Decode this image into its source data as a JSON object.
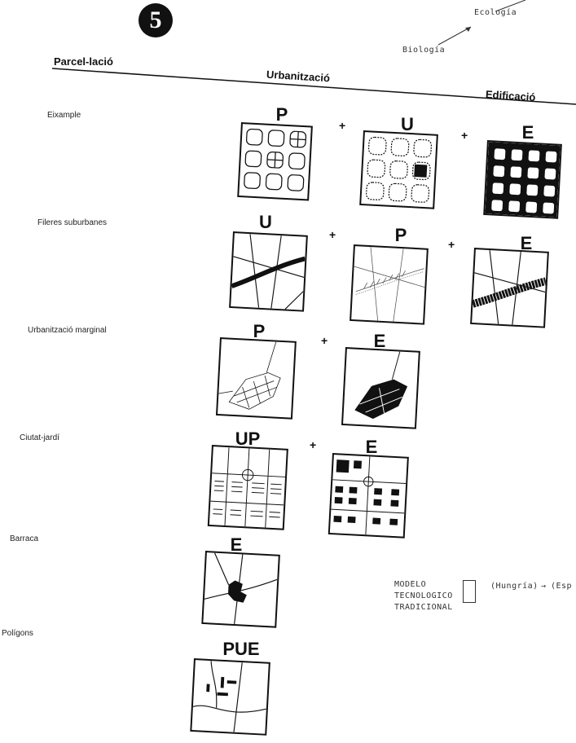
{
  "badge": "5",
  "top_annotation": {
    "ecologia": "Ecología",
    "biologia": "Biología"
  },
  "headers": {
    "parcelacio": "Parcel-lació",
    "urbanitzacio": "Urbanització",
    "edificacio": "Edificació"
  },
  "rows": [
    {
      "label": "Eixample",
      "items": [
        "P",
        "U",
        "E"
      ]
    },
    {
      "label": "Fileres suburbanes",
      "items": [
        "U",
        "P",
        "E"
      ]
    },
    {
      "label": "Urbanització marginal",
      "items": [
        "P",
        "E"
      ]
    },
    {
      "label": "Ciutat-jardí",
      "items": [
        "UP",
        "E"
      ]
    },
    {
      "label": "Barraca",
      "items": [
        "E"
      ]
    },
    {
      "label": "Polígons",
      "items": [
        "PUE"
      ]
    }
  ],
  "plus": "+",
  "model": {
    "line1": "MODELO",
    "line2": "TECNOLOGICO",
    "line3": "TRADICIONAL",
    "hungria": "(Hungría)",
    "arrow": "→",
    "esp": "(Esp"
  }
}
